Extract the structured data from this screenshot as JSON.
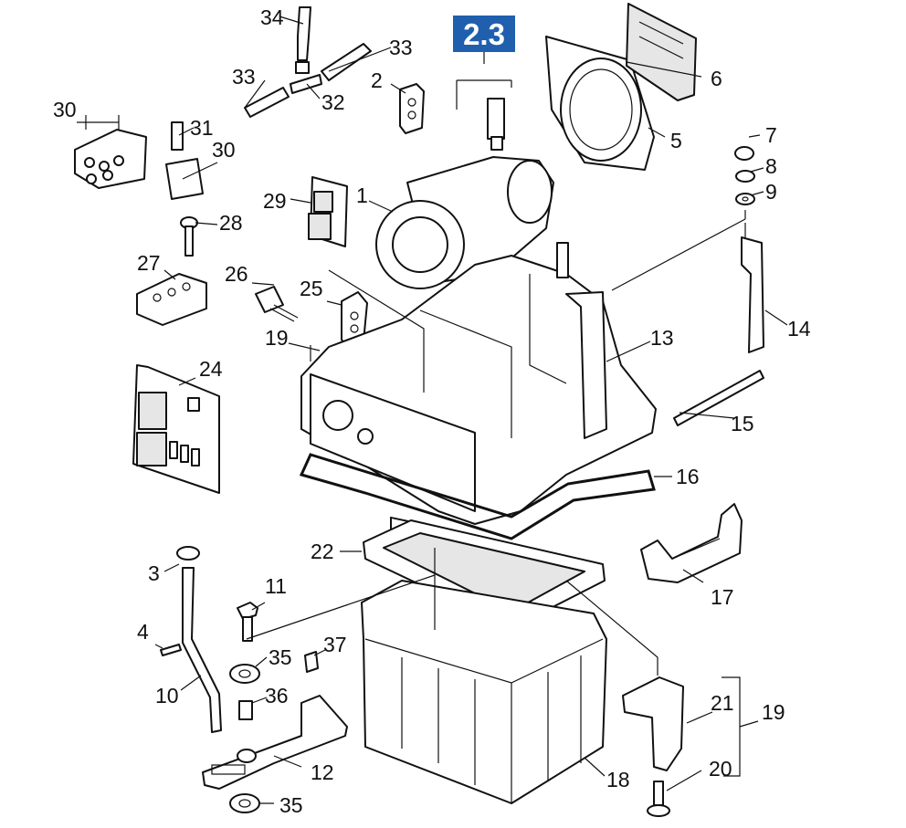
{
  "badge": {
    "text": "2.3",
    "color": "#1f5fae"
  },
  "labels": {
    "l1": "1",
    "l2": "2",
    "l3": "3",
    "l4": "4",
    "l5": "5",
    "l6": "6",
    "l7": "7",
    "l8": "8",
    "l9": "9",
    "l10": "10",
    "l11": "11",
    "l12": "12",
    "l13": "13",
    "l14": "14",
    "l15": "15",
    "l16": "16",
    "l17": "17",
    "l18": "18",
    "l19a": "19",
    "l19b": "19",
    "l20": "20",
    "l21": "21",
    "l22": "22",
    "l24": "24",
    "l25": "25",
    "l26": "26",
    "l27": "27",
    "l28": "28",
    "l29": "29",
    "l30a": "30",
    "l30b": "30",
    "l31": "31",
    "l32": "32",
    "l33a": "33",
    "l33b": "33",
    "l34": "34",
    "l35a": "35",
    "l35b": "35",
    "l36": "36",
    "l37": "37"
  }
}
